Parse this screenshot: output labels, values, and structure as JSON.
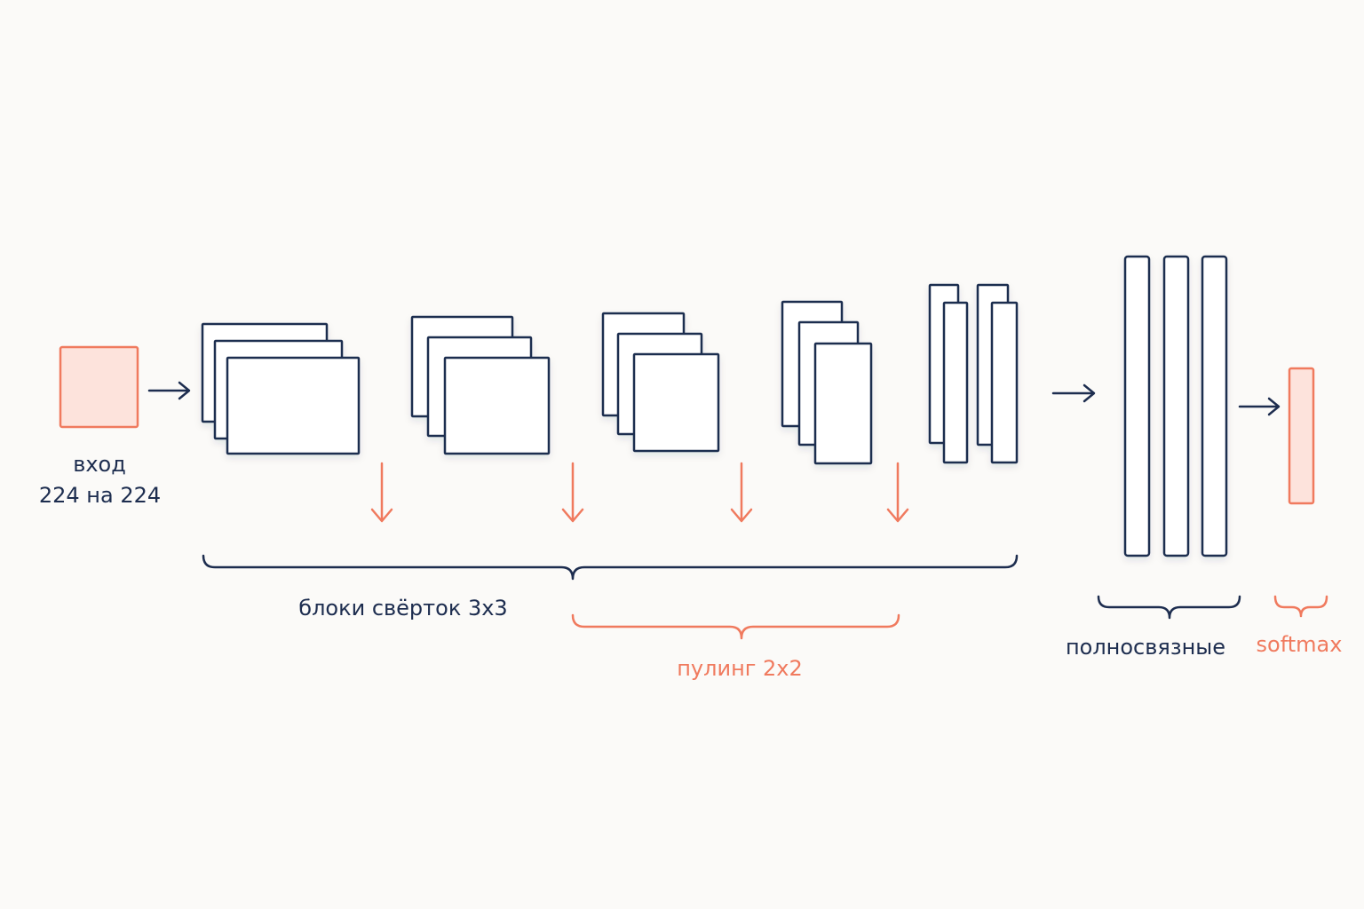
{
  "colors": {
    "background": "#fbfaf8",
    "ink": "#1d2d4f",
    "accent": "#f07a5e",
    "accent_fill": "#fde3dc"
  },
  "labels": {
    "input_line1": "вход",
    "input_line2": "224 на 224",
    "conv_blocks": "блоки свёрток 3x3",
    "pooling": "пулинг 2x2",
    "fully_connected": "полносвязные",
    "softmax": "softmax"
  }
}
